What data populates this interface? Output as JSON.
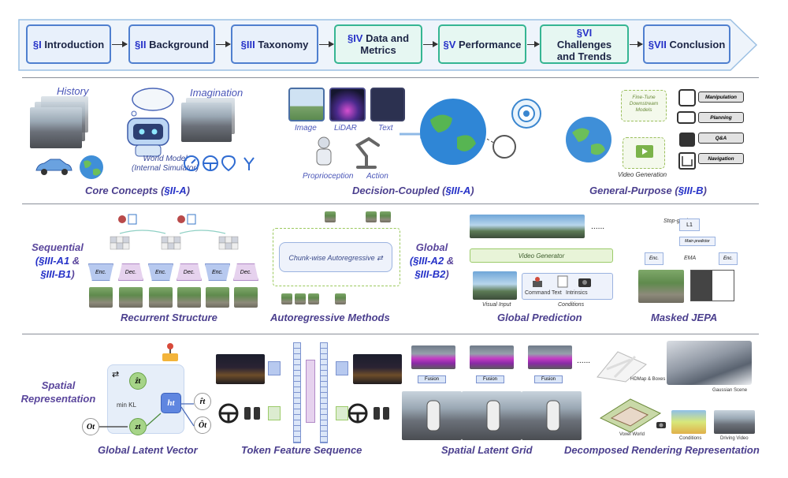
{
  "pipeline": [
    {
      "sec": "§I",
      "label": "Introduction",
      "style": "blue"
    },
    {
      "sec": "§II",
      "label": "Background",
      "style": "blue"
    },
    {
      "sec": "§III",
      "label": "Taxonomy",
      "style": "blue"
    },
    {
      "sec": "§IV",
      "label": "Data and Metrics",
      "style": "green"
    },
    {
      "sec": "§V",
      "label": "Performance",
      "style": "green"
    },
    {
      "sec": "§VI",
      "label": "Challenges and Trends",
      "style": "green"
    },
    {
      "sec": "§VII",
      "label": "Conclusion",
      "style": "blue"
    }
  ],
  "row1": {
    "core": {
      "history": "History",
      "imagination": "Imagination",
      "world_model": "World Model",
      "internal_simulator": "(Internal Simulator)",
      "caption": "Core Concepts (",
      "caption_sec": "§II-A",
      "caption_end": ")"
    },
    "decision": {
      "image": "Image",
      "lidar": "LiDAR",
      "text": "Text",
      "proprioception": "Proprioception",
      "action": "Action",
      "caption": "Decision-Coupled (",
      "caption_sec": "§III-A",
      "caption_end": ")"
    },
    "general": {
      "finetune": "Fine-Tune Downstream Models",
      "video_generation": "Video Generation",
      "tasks": [
        "Manipulation",
        "Planning",
        "Q&A",
        "Navigation"
      ],
      "caption": "General-Purpose (",
      "caption_sec": "§III-B",
      "caption_end": ")"
    }
  },
  "row2": {
    "left_label": {
      "line1": "Sequential",
      "sec1": "(§III-A1",
      "amp": " &",
      "sec2": "§III-B1",
      "close": ")"
    },
    "global_label": {
      "line1": "Global",
      "sec1": "(§III-A2",
      "amp": " &",
      "sec2": "§III-B2",
      "close": ")"
    },
    "recurrent": {
      "enc": "Enc.",
      "dec": "Dec.",
      "caption": "Recurrent Structure"
    },
    "autoregressive": {
      "block": "Chunk-wise Autoregressive",
      "caption": "Autoregressive Methods"
    },
    "global_pred": {
      "generator": "Video Generator",
      "visual_input": "Visual Input",
      "conditions": "Conditions",
      "cond_items": [
        "Command",
        "Text",
        "Intrinsics"
      ],
      "caption": "Global Prediction"
    },
    "jepa": {
      "stop_grad": "Stop-grad",
      "loss": "L1",
      "enc": "Enc.",
      "predictor": "Main predictor",
      "ema": "EMA",
      "caption": "Masked JEPA"
    }
  },
  "row3": {
    "left_label": {
      "line1": "Spatial",
      "line2": "Representation"
    },
    "latent_vector": {
      "z_hat": "ẑt",
      "h": "ht",
      "z": "zt",
      "o": "Ot",
      "r_hat": "r̂t",
      "o_hat": "Ôt",
      "min_kl": "min KL",
      "caption": "Global Latent Vector"
    },
    "token_seq": {
      "caption": "Token Feature Sequence"
    },
    "latent_grid": {
      "fusion": "Fusion",
      "caption": "Spatial Latent Grid"
    },
    "rendering": {
      "hdmap": "HDMap & Boxes",
      "voxel_world": "Voxel World",
      "conditions": "Conditions",
      "gaussian_scene": "Gaussian Scene",
      "driving_video": "Driving Video",
      "caption": "Decomposed Rendering Representation"
    }
  },
  "colors": {
    "blue_border": "#4f7fcf",
    "green_border": "#35b592",
    "caption": "#4b3f8e",
    "section": "#2632c8"
  }
}
